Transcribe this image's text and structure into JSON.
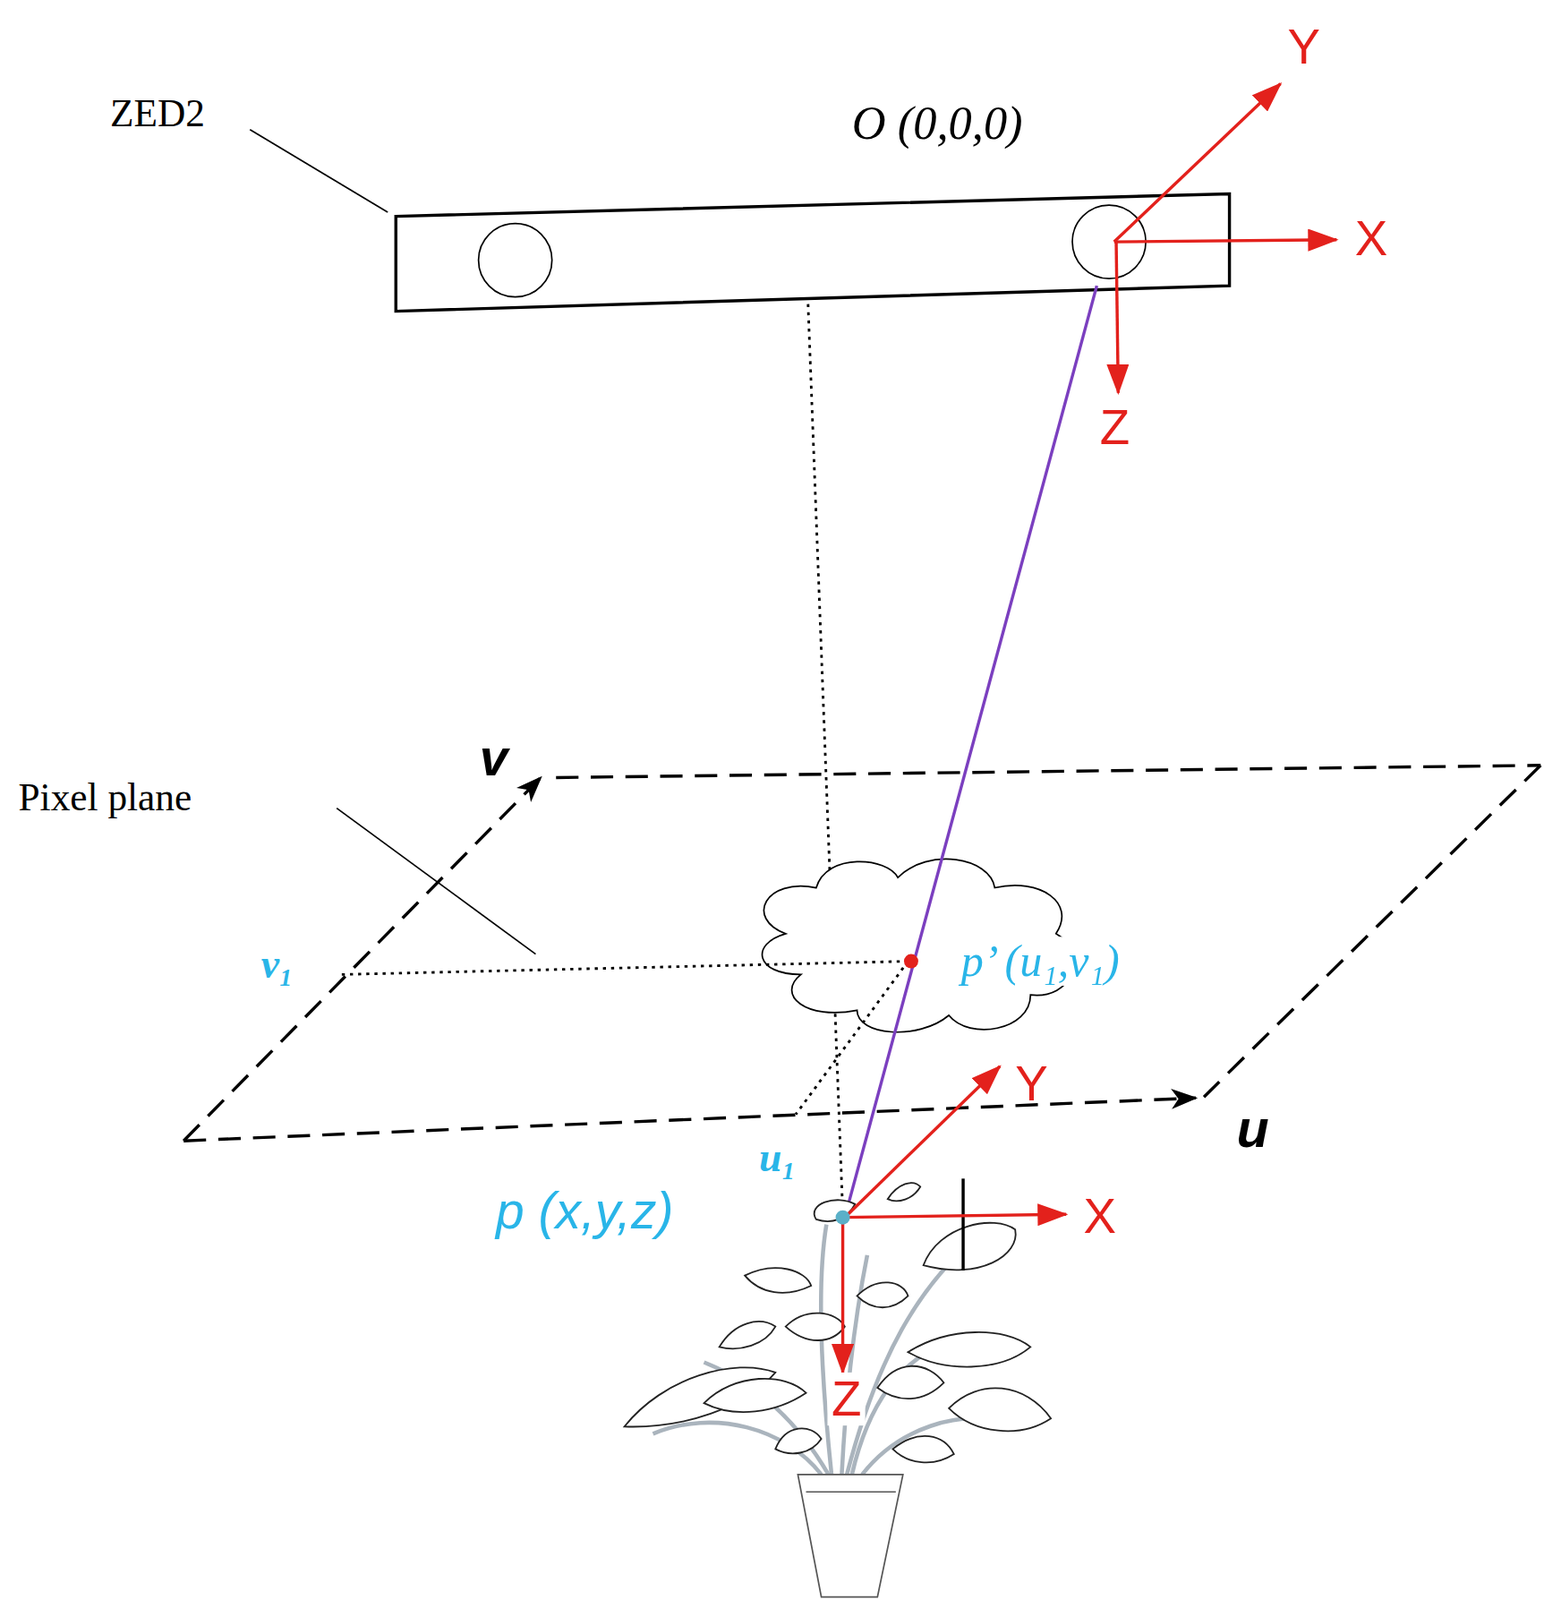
{
  "diagram": {
    "labels": [
      "ZED2",
      "O (0,0,0)",
      "Y",
      "X",
      "Z",
      "Pixel plane",
      "v",
      "v₁",
      "p’ (u₁,v₁)",
      "u",
      "u₁",
      "p (x,y,z)",
      "Y",
      "X",
      "Z"
    ]
  }
}
